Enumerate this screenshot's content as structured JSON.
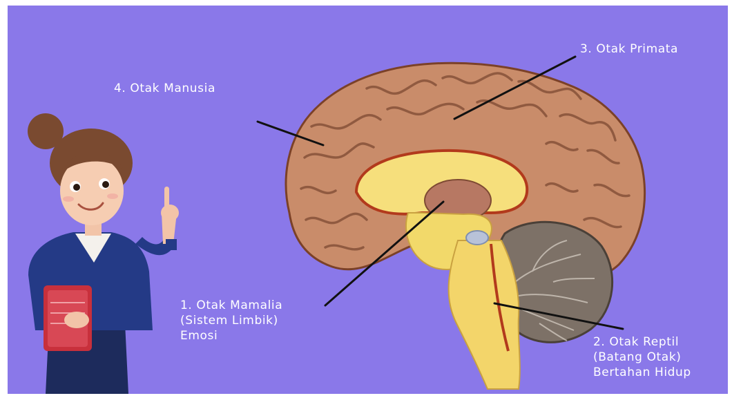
{
  "labels": {
    "otak_manusia": "4. Otak Manusia",
    "otak_primata": "3. Otak Primata",
    "otak_mamalia": {
      "line1": "1. Otak Mamalia",
      "line2": "(Sistem Limbik)",
      "line3": "Emosi"
    },
    "otak_reptil": {
      "line1": "2. Otak Reptil",
      "line2": "(Batang Otak)",
      "line3": "Bertahan Hidup"
    }
  },
  "colors": {
    "background": "#8a78e9",
    "label_text": "#ffffff",
    "cortex": "#c98c6a",
    "limbic_yellow": "#f6df7c",
    "cerebellum": "#7d7167",
    "pointer_lines": "#111111"
  },
  "illustration": {
    "figure": "teacher-pointing-up",
    "object": "red-book",
    "diagram": "human-brain-cross-section"
  }
}
